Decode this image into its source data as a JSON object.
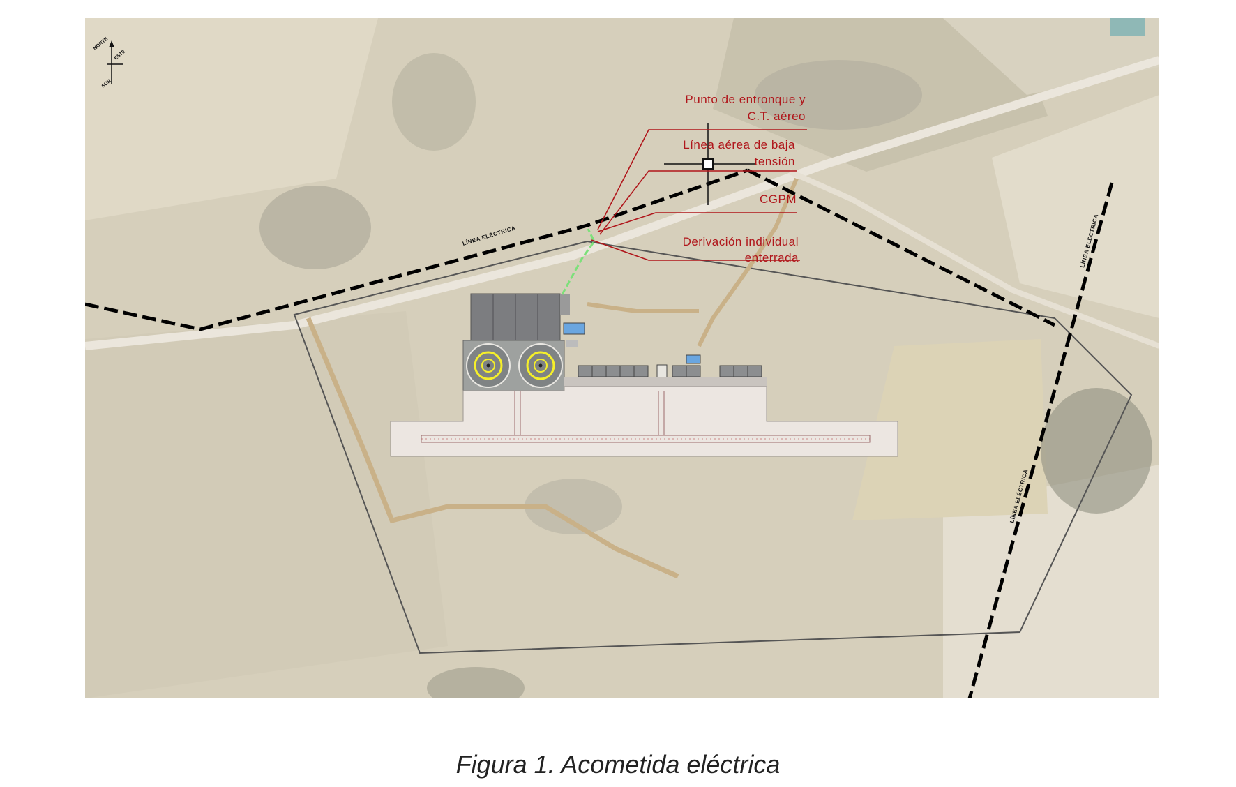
{
  "figure": {
    "caption": "Figura 1. Acometida eléctrica"
  },
  "annotations": {
    "punto_entronque_line1": "Punto de entronque y",
    "punto_entronque_line2": "C.T. aéreo",
    "linea_aerea_line1": "Línea aérea de baja",
    "linea_aerea_line2": "tensión",
    "cgpm": "CGPM",
    "derivacion_line1": "Derivación individual",
    "derivacion_line2": "enterrada"
  },
  "map_labels": {
    "power_line_north": "LÍNEA ELÉCTRICA",
    "power_line_east_upper": "LÍNEA ELÉCTRICA",
    "power_line_east_lower": "LÍNEA ELÉCTRICA"
  },
  "compass": {
    "north": "NORTE",
    "south": "SUR",
    "east": "ESTE"
  },
  "colors": {
    "annotation_red": "#b0161b",
    "derivation_green": "#7de07a",
    "power_line": "#000000",
    "dirt_road": "#c9b188",
    "apron": "#ece6e1",
    "helipad_marking": "#f5ef2a"
  }
}
